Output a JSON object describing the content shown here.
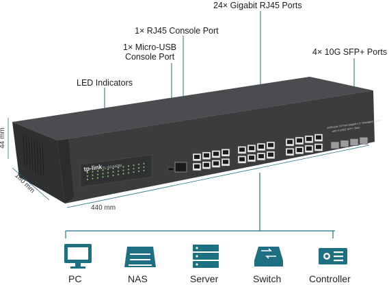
{
  "callouts": {
    "gigabit_ports": "24× Gigabit RJ45 Ports",
    "rj45_console": "1× RJ45 Console Port",
    "micro_usb_console": "1× Micro-USB\nConsole Port",
    "sfp_ports": "4× 10G SFP+ Ports",
    "led_indicators": "LED Indicators"
  },
  "dimensions": {
    "height": "44 mm",
    "depth": "180 mm",
    "width": "440 mm"
  },
  "switch": {
    "brand": "tp-link",
    "model": "TL-SG3428X",
    "description_line1": "JetStream 24-Port Gigabit L2+ Managed Switch",
    "description_line2": "with 4 10GE SFP+ Slots"
  },
  "devices": [
    {
      "label": "PC",
      "icon": "pc-icon"
    },
    {
      "label": "NAS",
      "icon": "nas-icon"
    },
    {
      "label": "Server",
      "icon": "server-icon"
    },
    {
      "label": "Switch",
      "icon": "switch-icon"
    },
    {
      "label": "Controller",
      "icon": "controller-icon"
    }
  ],
  "colors": {
    "accent": "#1e6f82",
    "chassis": "#3a3c3e",
    "chassis_dark": "#232526",
    "line": "#1e6f82"
  }
}
